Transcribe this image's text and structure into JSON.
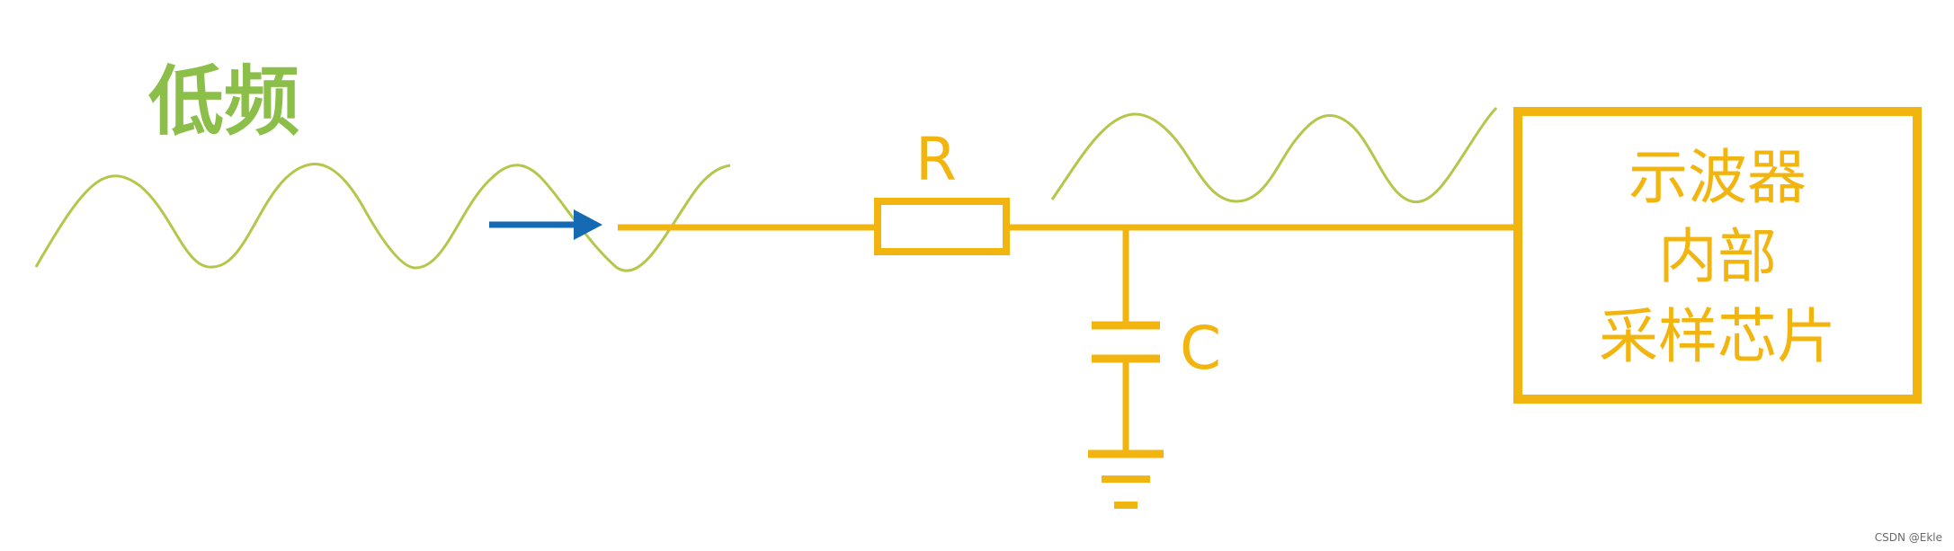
{
  "labels": {
    "low_freq": "低频",
    "resistor": "R",
    "capacitor": "C",
    "box_line1": "示波器",
    "box_line2": "内部",
    "box_line3": "采样芯片",
    "watermark": "CSDN @Ekle"
  },
  "colors": {
    "wave": "#b6c64a",
    "wire": "#f2b50f",
    "arrow": "#1669b3",
    "green_text": "#8cbf4a"
  },
  "icons": {
    "arrow": "right-arrow-icon",
    "ground": "ground-icon",
    "resistor": "resistor-icon",
    "capacitor": "capacitor-icon"
  }
}
